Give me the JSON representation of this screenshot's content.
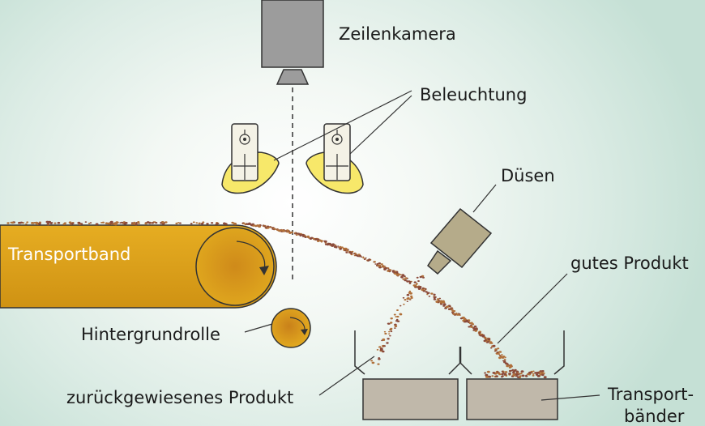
{
  "labels": {
    "camera": "Zeilenkamera",
    "lighting": "Beleuchtung",
    "nozzles": "Düsen",
    "belt": "Transportband",
    "good_product": "gutes Produkt",
    "background_roller": "Hintergrundrolle",
    "rejected_product": "zurückgewiesenes Produkt",
    "transport_belts_line1": "Transport-",
    "transport_belts_line2": "bänder"
  },
  "colors": {
    "belt": "#d99a16",
    "lamp_glow": "#f7e86a",
    "camera_body": "#9c9c9c",
    "nozzle_body": "#b5ab8a",
    "bin": "#c0b8aa",
    "product_particles": "#8a4a3a"
  }
}
